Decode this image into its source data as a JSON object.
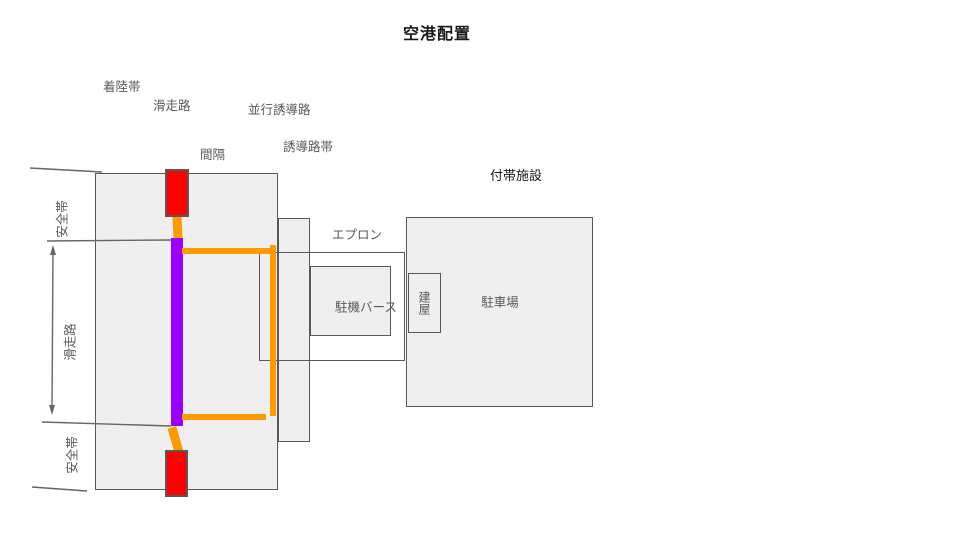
{
  "title": "空港配置",
  "colors": {
    "runway_fill": "#9900ff",
    "runway_end_fill": "#ff0000",
    "taxiway_stroke": "#ff9900",
    "area_fill": "#efefef",
    "area_border": "#595959",
    "guide_line": "#666666",
    "label_text": "#595959",
    "heading_text": "#1a1a1a",
    "background": "#ffffff"
  },
  "labels": {
    "landing_strip": "着陸帯",
    "runway_top": "滑走路",
    "parallel_taxiway": "並行誘導路",
    "spacing": "間隔",
    "taxiway_strip": "誘導路帯",
    "ancillary_facilities": "付帯施設",
    "apron": "エプロン",
    "parking_berth": "駐機バース",
    "building": "建屋",
    "parking_lot": "駐車場",
    "safety_zone_top": "安全帯",
    "runway_side": "滑走路",
    "safety_zone_bottom": "安全帯"
  }
}
